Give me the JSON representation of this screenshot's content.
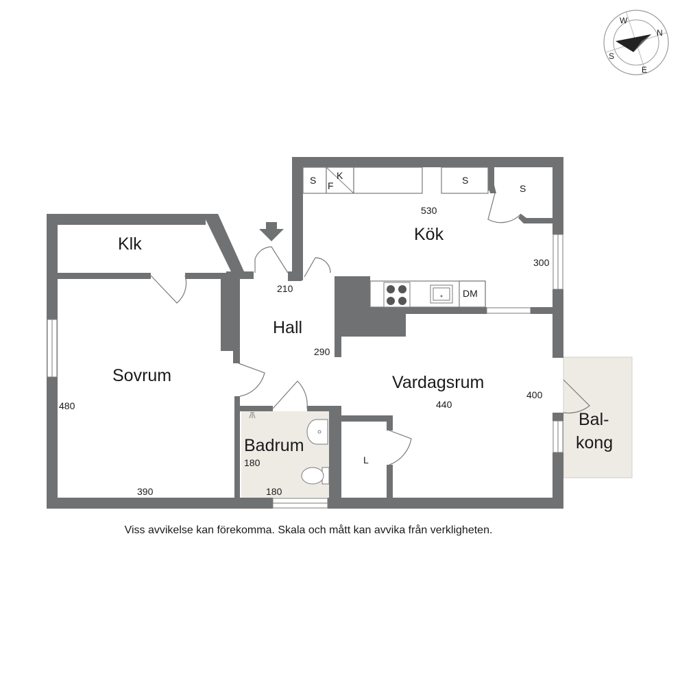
{
  "rooms": {
    "klk": "Klk",
    "kok": "Kök",
    "hall": "Hall",
    "sovrum": "Sovrum",
    "vardagsrum": "Vardagsrum",
    "badrum": "Badrum",
    "balkong_1": "Bal-",
    "balkong_2": "kong"
  },
  "dimensions": {
    "kok_width": "530",
    "kok_depth": "300",
    "hall_width": "210",
    "hall_depth": "290",
    "sovrum_depth": "480",
    "sovrum_width": "390",
    "vardagsrum_width": "440",
    "vardagsrum_depth": "400",
    "badrum_depth": "180",
    "badrum_width": "180"
  },
  "fixtures": {
    "storage_s1": "S",
    "freezer": "F",
    "fridge": "K",
    "storage_s2": "S",
    "storage_s3": "S",
    "dishwasher": "DM",
    "linen_closet": "L"
  },
  "compass": {
    "n": "N",
    "e": "E",
    "s": "S",
    "w": "W"
  },
  "disclaimer": "Viss avvikelse kan förekomma. Skala och mått kan avvika från verkligheten.",
  "colors": {
    "wall": "#707173",
    "bathroom_floor": "#eeebe5",
    "balcony_floor": "#eeebe5"
  }
}
